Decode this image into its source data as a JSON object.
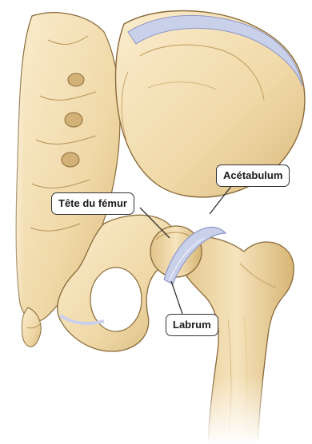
{
  "labels": {
    "femoral_head": "Tête du fémur",
    "acetabulum": "Acétabulum",
    "labrum": "Labrum"
  },
  "colors": {
    "bone_light": "#f7e7c2",
    "bone_mid": "#e9cf98",
    "bone_shadow": "#c9a66a",
    "cartilage": "#c9d0ea",
    "cartilage_dark": "#8e97c7",
    "outline": "#8a6a3a"
  }
}
